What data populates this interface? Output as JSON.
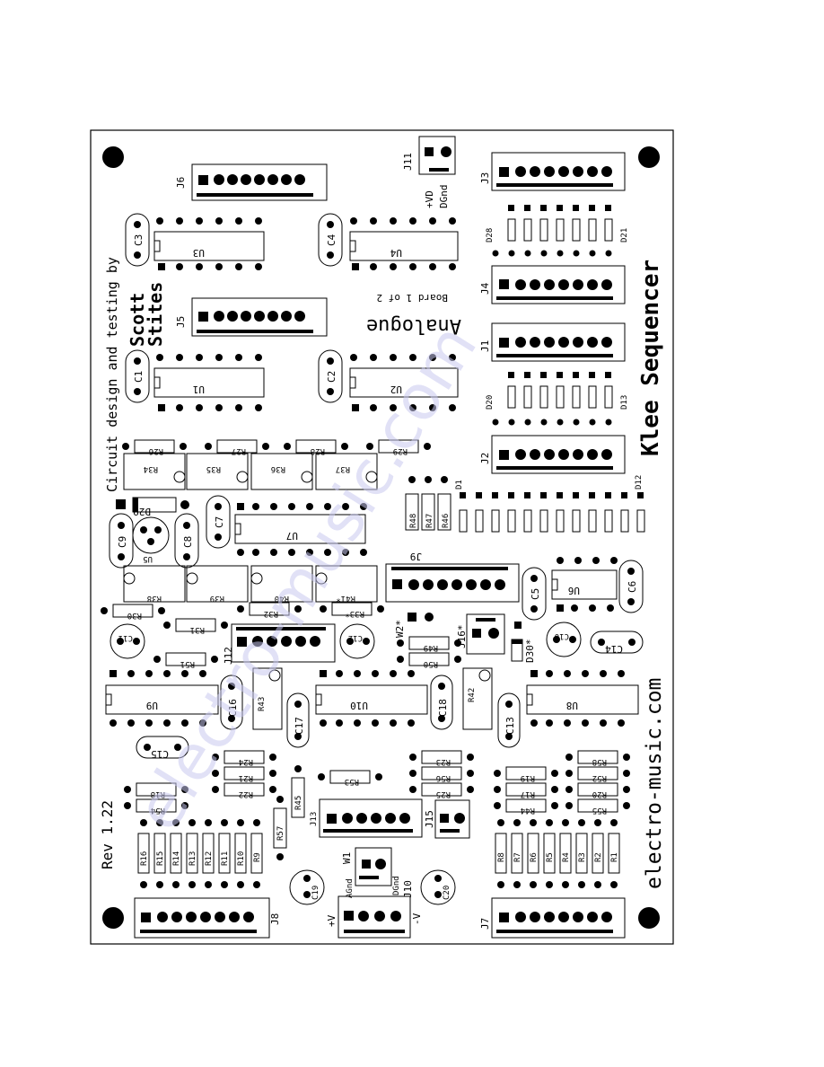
{
  "board": {
    "title": "Klee Sequencer",
    "website": "electro-music.com",
    "credit_line": "Circuit design and testing by",
    "author_first": "Scott",
    "author_last": "Stites",
    "revision": "Rev 1.22",
    "board_name": "Analogue",
    "board_index": "Board 1 of 2",
    "watermark_color": "#c9c9f0"
  },
  "connectors": {
    "J1": "J1",
    "J2": "J2",
    "J3": "J3",
    "J4": "J4",
    "J5": "J5",
    "J6": "J6",
    "J7": "J7",
    "J8": "J8",
    "J9": "J9",
    "J10": "J10",
    "J11": "J11",
    "J12": "J12",
    "J13": "J13",
    "J15": "J15",
    "J16": "J16*"
  },
  "power_labels": {
    "vd": "+VD",
    "dgnd": "DGnd",
    "agnd": "AGnd",
    "w1": "W1",
    "plus_v": "+V",
    "minus_v": "-V",
    "dgnd2": "DGnd",
    "w2": "W2*"
  },
  "ics": {
    "U1": "U1",
    "U2": "U2",
    "U3": "U3",
    "U4": "U4",
    "U5": "U5",
    "U6": "U6",
    "U7": "U7",
    "U8": "U8",
    "U9": "U9",
    "U10": "U10"
  },
  "caps": {
    "C1": "C1",
    "C2": "C2",
    "C3": "C3",
    "C4": "C4",
    "C5": "C5",
    "C6": "C6",
    "C7": "C7",
    "C8": "C8",
    "C9": "C9",
    "C10": "C10",
    "C11": "C11",
    "C12": "C12",
    "C13": "C13",
    "C14": "C14",
    "C15": "C15",
    "C16": "C16",
    "C17": "C17",
    "C18": "C18",
    "C19": "C19",
    "C20": "C20"
  },
  "diodes": {
    "D1": "D1",
    "D12": "D12",
    "D13": "D13",
    "D20": "D20",
    "D21": "D21",
    "D28": "D28",
    "D29": "D29",
    "D30": "D30*"
  },
  "resistors": {
    "r_top_row": [
      "R26",
      "R27",
      "R28",
      "R29"
    ],
    "trim_top": [
      "R34",
      "R35",
      "R36",
      "R37"
    ],
    "trim_mid": [
      "R38",
      "R39",
      "R40",
      "R41*"
    ],
    "r_vert_mid": [
      "R48",
      "R47",
      "R46"
    ],
    "r30": "R30",
    "r31": "R31",
    "r32": "R32",
    "r33": "R33*",
    "r49": "R49",
    "r50": "R50",
    "r51": "R51",
    "r42": "R42",
    "r43": "R43",
    "left_stack": [
      "R24",
      "R21",
      "R22"
    ],
    "mid_stack": [
      "R23",
      "R56",
      "R25"
    ],
    "right_mid_stack": [
      "R19",
      "R17",
      "R44"
    ],
    "right_stack": [
      "R58",
      "R52",
      "R20",
      "R55"
    ],
    "r18": "R18",
    "r54": "R54",
    "r53": "R53",
    "r45": "R45",
    "r57": "R57",
    "left_bank": [
      "R16",
      "R15",
      "R14",
      "R13",
      "R12",
      "R11",
      "R10",
      "R9"
    ],
    "right_bank": [
      "R8",
      "R7",
      "R6",
      "R5",
      "R4",
      "R3",
      "R2",
      "R1"
    ]
  }
}
